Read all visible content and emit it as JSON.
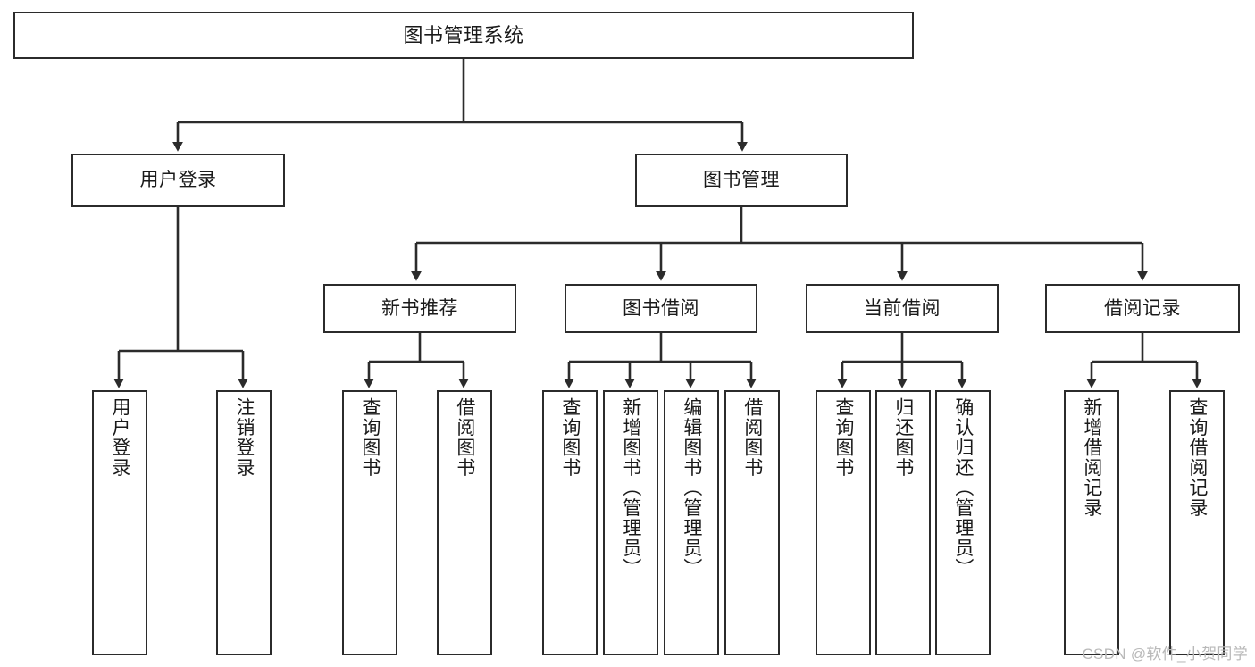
{
  "diagram": {
    "type": "tree-hierarchy",
    "title": "图书管理系统",
    "root": {
      "label": "图书管理系统"
    },
    "level2": [
      {
        "label": "用户登录"
      },
      {
        "label": "图书管理"
      }
    ],
    "level3": [
      {
        "label": "新书推荐"
      },
      {
        "label": "图书借阅"
      },
      {
        "label": "当前借阅"
      },
      {
        "label": "借阅记录"
      }
    ],
    "leaves": {
      "user_login": [
        {
          "label": "用户登录"
        },
        {
          "label": "注销登录"
        }
      ],
      "new_book_recommend": [
        {
          "label": "查询图书"
        },
        {
          "label": "借阅图书"
        }
      ],
      "book_borrow": [
        {
          "label": "查询图书"
        },
        {
          "label": "新增图书（管理员）"
        },
        {
          "label": "编辑图书（管理员）"
        },
        {
          "label": "借阅图书"
        }
      ],
      "current_borrow": [
        {
          "label": "查询图书"
        },
        {
          "label": "归还图书"
        },
        {
          "label": "确认归还（管理员）"
        }
      ],
      "borrow_record": [
        {
          "label": "新增借阅记录"
        },
        {
          "label": "查询借阅记录"
        }
      ]
    },
    "colors": {
      "stroke": "#2b2b2b",
      "fill": "#ffffff",
      "text": "#1a1a1a",
      "watermark": "#b9b9b9"
    }
  },
  "watermark": {
    "text": "CSDN @软件_小贺同学"
  }
}
